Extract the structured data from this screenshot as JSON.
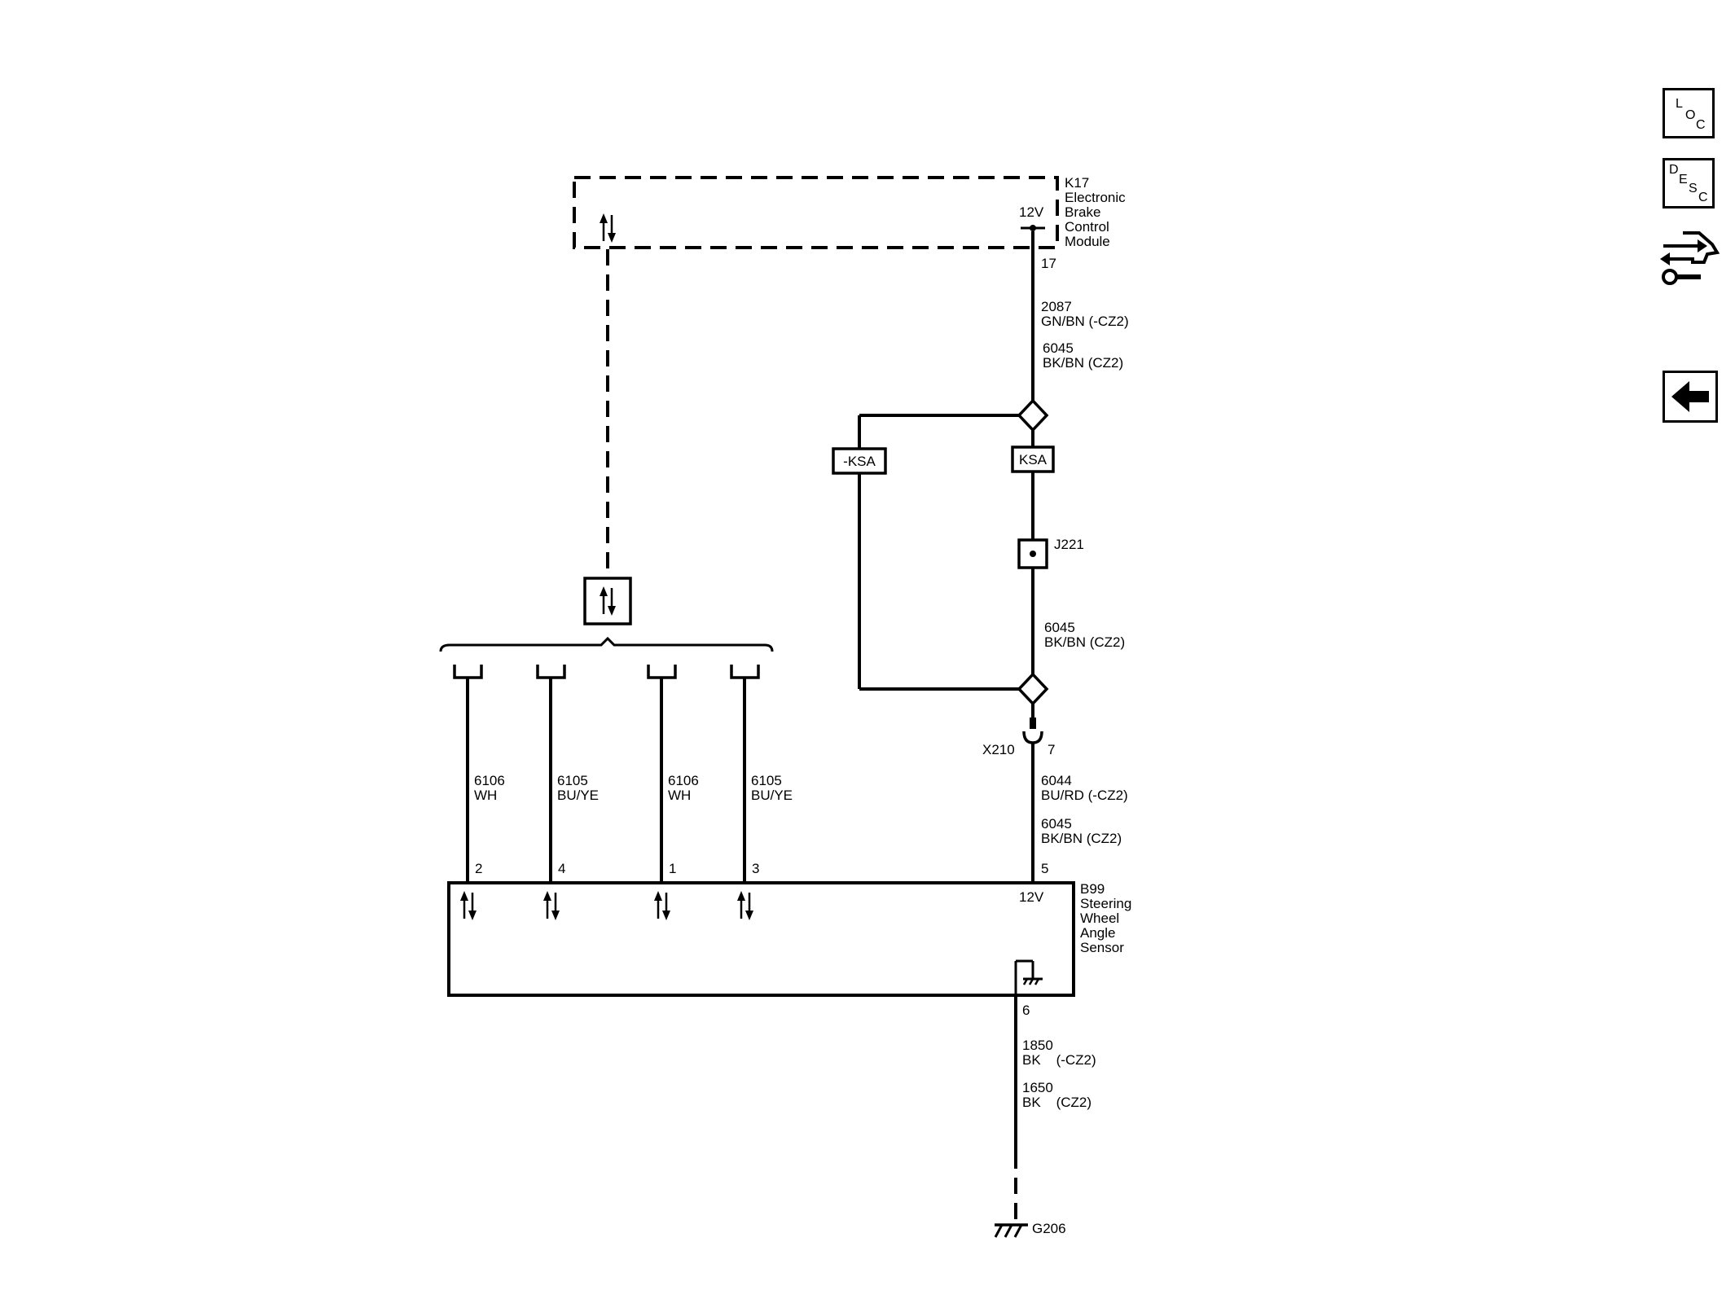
{
  "nav": {
    "loc": {
      "l1": "L",
      "l2": "O",
      "l3": "C"
    },
    "desc": {
      "l1": "D",
      "l2": "E",
      "l3": "S",
      "l4": "C"
    }
  },
  "k17": {
    "ref": "K17",
    "name_lines": [
      "Electronic",
      "Brake",
      "Control",
      "Module"
    ],
    "voltage": "12V",
    "pin": "17"
  },
  "upper_wire": {
    "circuit_a": "2087",
    "color_a": "GN/BN (-CZ2)",
    "circuit_b": "6045",
    "color_b": "BK/BN (CZ2)"
  },
  "option_boxes": {
    "left": "-KSA",
    "right": "KSA"
  },
  "splice": "J221",
  "middle_wire": {
    "circuit": "6045",
    "color": "BK/BN (CZ2)"
  },
  "connector_x210": {
    "ref": "X210",
    "pin": "7"
  },
  "lower_wire": {
    "circuit_a": "6044",
    "color_a": "BU/RD (-CZ2)",
    "circuit_b": "6045",
    "color_b": "BK/BN (CZ2)"
  },
  "data_wires": [
    {
      "circuit": "6106",
      "color": "WH",
      "pin": "2"
    },
    {
      "circuit": "6105",
      "color": "BU/YE",
      "pin": "4"
    },
    {
      "circuit": "6106",
      "color": "WH",
      "pin": "1"
    },
    {
      "circuit": "6105",
      "color": "BU/YE",
      "pin": "3"
    }
  ],
  "b99": {
    "ref": "B99",
    "name_lines": [
      "Steering",
      "Wheel",
      "Angle",
      "Sensor"
    ],
    "voltage": "12V",
    "power_pin": "5",
    "ground_pin": "6"
  },
  "ground_wire": {
    "circuit_a": "1850",
    "color_a": "BK    (-CZ2)",
    "circuit_b": "1650",
    "color_b": "BK    (CZ2)"
  },
  "ground": {
    "ref": "G206"
  }
}
